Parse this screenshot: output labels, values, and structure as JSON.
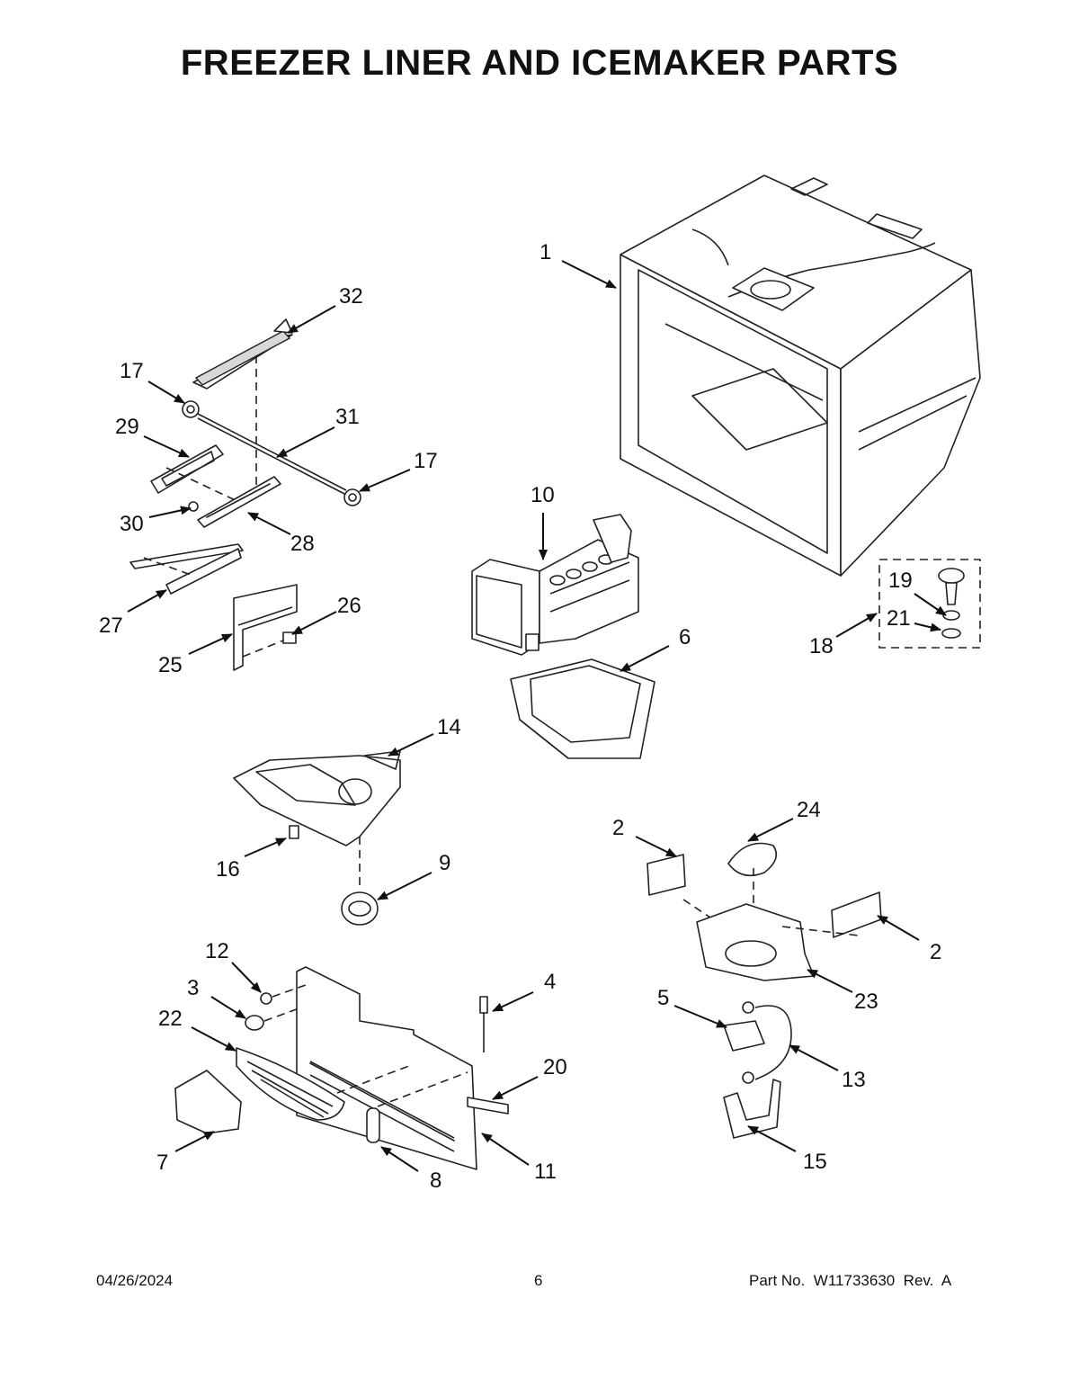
{
  "title": "FREEZER LINER AND ICEMAKER PARTS",
  "footer": {
    "date": "04/26/2024",
    "page": "6",
    "part_no": "Part No.  W11733630  Rev.  A"
  },
  "callouts": [
    {
      "id": "c1",
      "text": "1"
    },
    {
      "id": "c32",
      "text": "32"
    },
    {
      "id": "c17a",
      "text": "17"
    },
    {
      "id": "c29",
      "text": "29"
    },
    {
      "id": "c31",
      "text": "31"
    },
    {
      "id": "c17b",
      "text": "17"
    },
    {
      "id": "c30",
      "text": "30"
    },
    {
      "id": "c28",
      "text": "28"
    },
    {
      "id": "c27",
      "text": "27"
    },
    {
      "id": "c26",
      "text": "26"
    },
    {
      "id": "c25",
      "text": "25"
    },
    {
      "id": "c10",
      "text": "10"
    },
    {
      "id": "c6",
      "text": "6"
    },
    {
      "id": "c19",
      "text": "19"
    },
    {
      "id": "c21",
      "text": "21"
    },
    {
      "id": "c18",
      "text": "18"
    },
    {
      "id": "c14",
      "text": "14"
    },
    {
      "id": "c16",
      "text": "16"
    },
    {
      "id": "c9",
      "text": "9"
    },
    {
      "id": "c2a",
      "text": "2"
    },
    {
      "id": "c24",
      "text": "24"
    },
    {
      "id": "c2b",
      "text": "2"
    },
    {
      "id": "c23",
      "text": "23"
    },
    {
      "id": "c12",
      "text": "12"
    },
    {
      "id": "c3",
      "text": "3"
    },
    {
      "id": "c22",
      "text": "22"
    },
    {
      "id": "c4",
      "text": "4"
    },
    {
      "id": "c20",
      "text": "20"
    },
    {
      "id": "c5",
      "text": "5"
    },
    {
      "id": "c13",
      "text": "13"
    },
    {
      "id": "c7",
      "text": "7"
    },
    {
      "id": "c8",
      "text": "8"
    },
    {
      "id": "c11",
      "text": "11"
    },
    {
      "id": "c15",
      "text": "15"
    }
  ]
}
